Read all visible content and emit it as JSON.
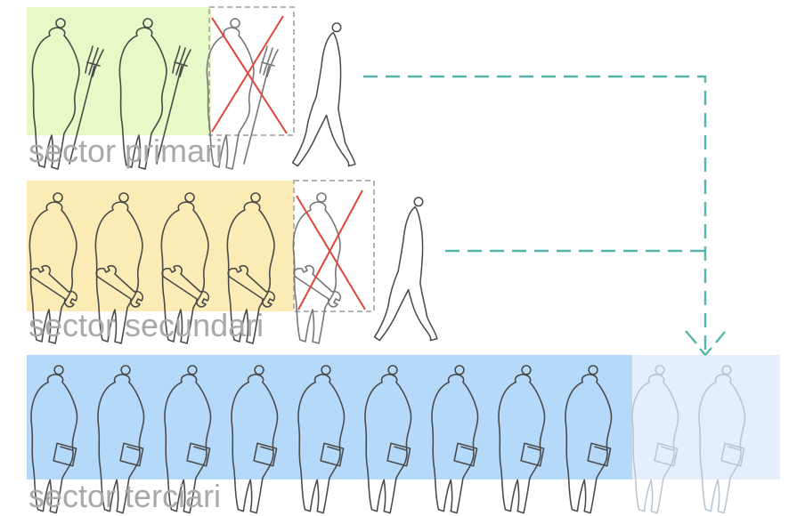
{
  "sectors": [
    {
      "id": "primari",
      "label": "sector primari",
      "color": "#e6f9c6",
      "tool": "pitchfork",
      "workers": 2,
      "removed": 1,
      "leaving": true,
      "faded": 0
    },
    {
      "id": "secundari",
      "label": "sector secundari",
      "color": "#fbecb5",
      "tool": "wrench",
      "workers": 4,
      "removed": 1,
      "leaving": true,
      "faded": 0
    },
    {
      "id": "terciari",
      "label": "sector terciari",
      "color": "#b5d9f8",
      "faded_color": "#e4effb",
      "tool": "document",
      "workers": 9,
      "removed": 0,
      "leaving": false,
      "faded": 2
    }
  ],
  "colors": {
    "outline": "#4a4a4a",
    "cross": "#e0443a",
    "arrow": "#52b5a8",
    "label": "#a9a9a9"
  }
}
